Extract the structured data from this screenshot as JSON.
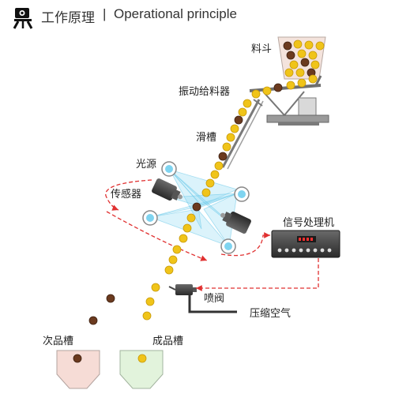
{
  "header": {
    "title_cn": "工作原理",
    "separator": "|",
    "title_en": "Operational principle"
  },
  "labels": {
    "hopper": "料斗",
    "feeder": "振动给料器",
    "chute": "滑槽",
    "light_source": "光源",
    "sensor": "传感器",
    "processor": "信号处理机",
    "valve": "喷阀",
    "air": "压缩空气",
    "reject_bin": "次品槽",
    "accept_bin": "成品槽"
  },
  "colors": {
    "grain_good": "#f0c419",
    "grain_bad": "#6b3a1f",
    "signal_line": "#e03030",
    "beam": "#7fd4f0",
    "reject_bin": "#f6dcd6",
    "accept_bin": "#e2f3dc",
    "metal": "#8a8a8a"
  }
}
